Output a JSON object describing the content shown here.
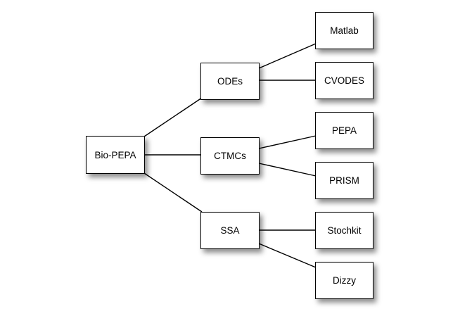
{
  "diagram": {
    "root": {
      "label": "Bio-PEPA"
    },
    "methods": [
      {
        "label": "ODEs"
      },
      {
        "label": "CTMCs"
      },
      {
        "label": "SSA"
      }
    ],
    "tools": [
      {
        "label": "Matlab"
      },
      {
        "label": "CVODES"
      },
      {
        "label": "PEPA"
      },
      {
        "label": "PRISM"
      },
      {
        "label": "Stochkit"
      },
      {
        "label": "Dizzy"
      }
    ],
    "edges": [
      {
        "from": "Bio-PEPA",
        "to": "ODEs"
      },
      {
        "from": "Bio-PEPA",
        "to": "CTMCs"
      },
      {
        "from": "Bio-PEPA",
        "to": "SSA"
      },
      {
        "from": "ODEs",
        "to": "Matlab"
      },
      {
        "from": "ODEs",
        "to": "CVODES"
      },
      {
        "from": "CTMCs",
        "to": "PEPA"
      },
      {
        "from": "CTMCs",
        "to": "PRISM"
      },
      {
        "from": "SSA",
        "to": "Stochkit"
      },
      {
        "from": "SSA",
        "to": "Dizzy"
      }
    ]
  }
}
